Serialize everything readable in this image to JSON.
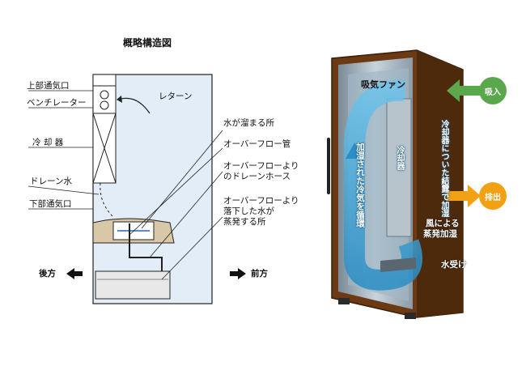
{
  "left": {
    "title": "概略構造図",
    "labels": {
      "upper_vent": "上部通気口",
      "ventilator": "ベンチレーター",
      "cooler": "冷 却 器",
      "drain_water": "ドレーン水",
      "lower_vent": "下部通気口",
      "return": "レターン",
      "water_pool": "水が溜まる所",
      "overflow_pipe": "オーバーフロー管",
      "drain_hose_1": "オーバーフローより",
      "drain_hose_2": "のドレーンホース",
      "evaporate_1": "オーバーフローより",
      "evaporate_2": "落下した水が",
      "evaporate_3": "蒸発する所",
      "rear": "後方",
      "front": "前方"
    }
  },
  "right": {
    "labels": {
      "intake_fan": "吸気ファン",
      "cooler_v": "冷却器",
      "condensation": "冷却器についた結露で加湿",
      "humid_air": "加湿された冷気を循環",
      "fan_humid_1": "風による",
      "fan_humid_2": "蒸発加湿",
      "drip_tray": "水受け"
    },
    "badges": {
      "intake": "吸入",
      "exhaust": "排出"
    },
    "colors": {
      "intake": "#5aa84b",
      "exhaust": "#f2a114",
      "cabinet": "#6b3a14",
      "air": "#3aa6d8"
    }
  }
}
